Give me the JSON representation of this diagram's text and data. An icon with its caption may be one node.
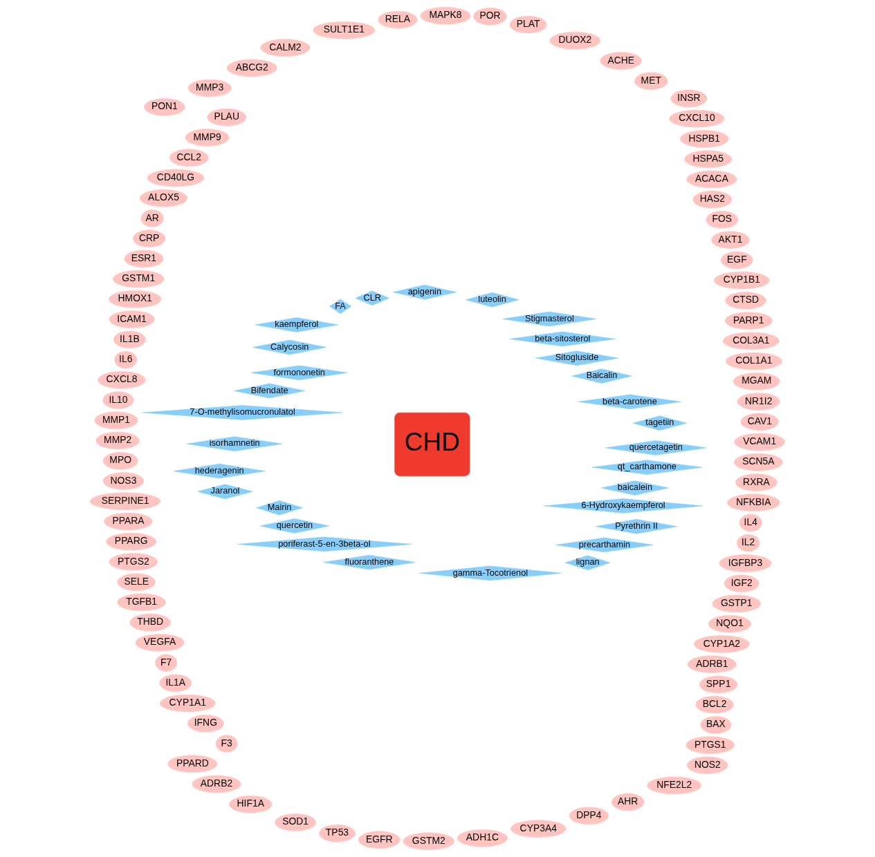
{
  "diagram": {
    "nodes": [
      {
        "text": [
          "CHD"
        ]
      },
      {
        "text": [
          "tagetiin"
        ]
      },
      {
        "text": [
          "beta-carotene"
        ]
      },
      {
        "text": [
          "Baicalin"
        ]
      },
      {
        "text": [
          "Sitogluside"
        ]
      },
      {
        "text": [
          "beta-sitosterol"
        ]
      },
      {
        "text": [
          "Stigmasterol"
        ]
      },
      {
        "text": [
          "luteolin"
        ]
      },
      {
        "text": [
          "apigenin"
        ]
      },
      {
        "text": [
          "CLR"
        ]
      },
      {
        "text": [
          "FA"
        ]
      },
      {
        "text": [
          "kaempferol"
        ]
      },
      {
        "text": [
          "Calycosin"
        ]
      },
      {
        "text": [
          "formononetin"
        ]
      },
      {
        "text": [
          "Bifendate"
        ]
      },
      {
        "text": [
          "7-O-methylisomucronulatol"
        ]
      },
      {
        "text": [
          "isorhamnetin"
        ]
      },
      {
        "text": [
          "hederagenin"
        ]
      },
      {
        "text": [
          "Jaranol"
        ]
      },
      {
        "text": [
          "Mairin"
        ]
      },
      {
        "text": [
          "quercetin"
        ]
      },
      {
        "text": [
          "poriferast-5-en-3beta-ol"
        ]
      },
      {
        "text": [
          "fluoranthene"
        ]
      },
      {
        "text": [
          "gamma-Tocotrienol"
        ]
      },
      {
        "text": [
          "lignan"
        ]
      },
      {
        "text": [
          "precarthamin"
        ]
      },
      {
        "text": [
          "Pyrethrin II"
        ]
      },
      {
        "text": [
          "6-Hydroxykaempferol"
        ]
      },
      {
        "text": [
          "baicalein"
        ]
      },
      {
        "text": [
          "qt_carthamone"
        ]
      },
      {
        "text": [
          "quercetagetin"
        ]
      },
      {
        "text": [
          "CAV1"
        ]
      },
      {
        "text": [
          "NR1I2"
        ]
      },
      {
        "text": [
          "MGAM"
        ]
      },
      {
        "text": [
          "COL1A1"
        ]
      },
      {
        "text": [
          "COL3A1"
        ]
      },
      {
        "text": [
          "PARP1"
        ]
      },
      {
        "text": [
          "CTSD"
        ]
      },
      {
        "text": [
          "CYP1B1"
        ]
      },
      {
        "text": [
          "EGF"
        ]
      },
      {
        "text": [
          "AKT1"
        ]
      },
      {
        "text": [
          "FOS"
        ]
      },
      {
        "text": [
          "HAS2"
        ]
      },
      {
        "text": [
          "ACACA"
        ]
      },
      {
        "text": [
          "HSPA5"
        ]
      },
      {
        "text": [
          "HSPB1"
        ]
      },
      {
        "text": [
          "CXCL10"
        ]
      },
      {
        "text": [
          "INSR"
        ]
      },
      {
        "text": [
          "MET"
        ]
      },
      {
        "text": [
          "ACHE"
        ]
      },
      {
        "text": [
          "DUOX2"
        ]
      },
      {
        "text": [
          "PLAT"
        ]
      },
      {
        "text": [
          "POR"
        ]
      },
      {
        "text": [
          "MAPK8"
        ]
      },
      {
        "text": [
          "RELA"
        ]
      },
      {
        "text": [
          "SULT1E1"
        ]
      },
      {
        "text": [
          "CALM2"
        ]
      },
      {
        "text": [
          "ABCG2"
        ]
      },
      {
        "text": [
          "MMP3"
        ]
      },
      {
        "text": [
          "PON1"
        ]
      },
      {
        "text": [
          "PLAU"
        ]
      },
      {
        "text": [
          "MMP9"
        ]
      },
      {
        "text": [
          "CCL2"
        ]
      },
      {
        "text": [
          "CD40LG"
        ]
      },
      {
        "text": [
          "ALOX5"
        ]
      },
      {
        "text": [
          "AR"
        ]
      },
      {
        "text": [
          "CRP"
        ]
      },
      {
        "text": [
          "ESR1"
        ]
      },
      {
        "text": [
          "GSTM1"
        ]
      },
      {
        "text": [
          "HMOX1"
        ]
      },
      {
        "text": [
          "ICAM1"
        ]
      },
      {
        "text": [
          "IL1B"
        ]
      },
      {
        "text": [
          "IL6"
        ]
      },
      {
        "text": [
          "CXCL8"
        ]
      },
      {
        "text": [
          "IL10"
        ]
      },
      {
        "text": [
          "MMP1"
        ]
      },
      {
        "text": [
          "MMP2"
        ]
      },
      {
        "text": [
          "MPO"
        ]
      },
      {
        "text": [
          "NOS3"
        ]
      },
      {
        "text": [
          "SERPINE1"
        ]
      },
      {
        "text": [
          "PPARA"
        ]
      },
      {
        "text": [
          "PPARG"
        ]
      },
      {
        "text": [
          "PTGS2"
        ]
      },
      {
        "text": [
          "SELE"
        ]
      },
      {
        "text": [
          "TGFB1"
        ]
      },
      {
        "text": [
          "THBD"
        ]
      },
      {
        "text": [
          "VEGFA"
        ]
      },
      {
        "text": [
          "F7"
        ]
      },
      {
        "text": [
          "IL1A"
        ]
      },
      {
        "text": [
          "CYP1A1"
        ]
      },
      {
        "text": [
          "IFNG"
        ]
      },
      {
        "text": [
          "F3"
        ]
      },
      {
        "text": [
          "PPARD"
        ]
      },
      {
        "text": [
          "ADRB2"
        ]
      },
      {
        "text": [
          "HIF1A"
        ]
      },
      {
        "text": [
          "SOD1"
        ]
      },
      {
        "text": [
          "TP53"
        ]
      },
      {
        "text": [
          "EGFR"
        ]
      },
      {
        "text": [
          "GSTM2"
        ]
      },
      {
        "text": [
          "ADH1C"
        ]
      },
      {
        "text": [
          "CYP3A4"
        ]
      },
      {
        "text": [
          "DPP4"
        ]
      },
      {
        "text": [
          "AHR"
        ]
      },
      {
        "text": [
          "NFE2L2"
        ]
      },
      {
        "text": [
          "NOS2"
        ]
      },
      {
        "text": [
          "PTGS1"
        ]
      },
      {
        "text": [
          "BAX"
        ]
      },
      {
        "text": [
          "BCL2"
        ]
      },
      {
        "text": [
          "SPP1"
        ]
      },
      {
        "text": [
          "ADRB1"
        ]
      },
      {
        "text": [
          "CYP1A2"
        ]
      },
      {
        "text": [
          "NQO1"
        ]
      },
      {
        "text": [
          "GSTP1"
        ]
      },
      {
        "text": [
          "IGF2"
        ]
      },
      {
        "text": [
          "IGFBP3"
        ]
      },
      {
        "text": [
          "IL2"
        ]
      },
      {
        "text": [
          "IL4"
        ]
      },
      {
        "text": [
          "NFKBIA"
        ]
      },
      {
        "text": [
          "RXRA"
        ]
      },
      {
        "text": [
          "SCN5A"
        ]
      },
      {
        "text": [
          "VCAM1"
        ]
      }
    ]
  }
}
